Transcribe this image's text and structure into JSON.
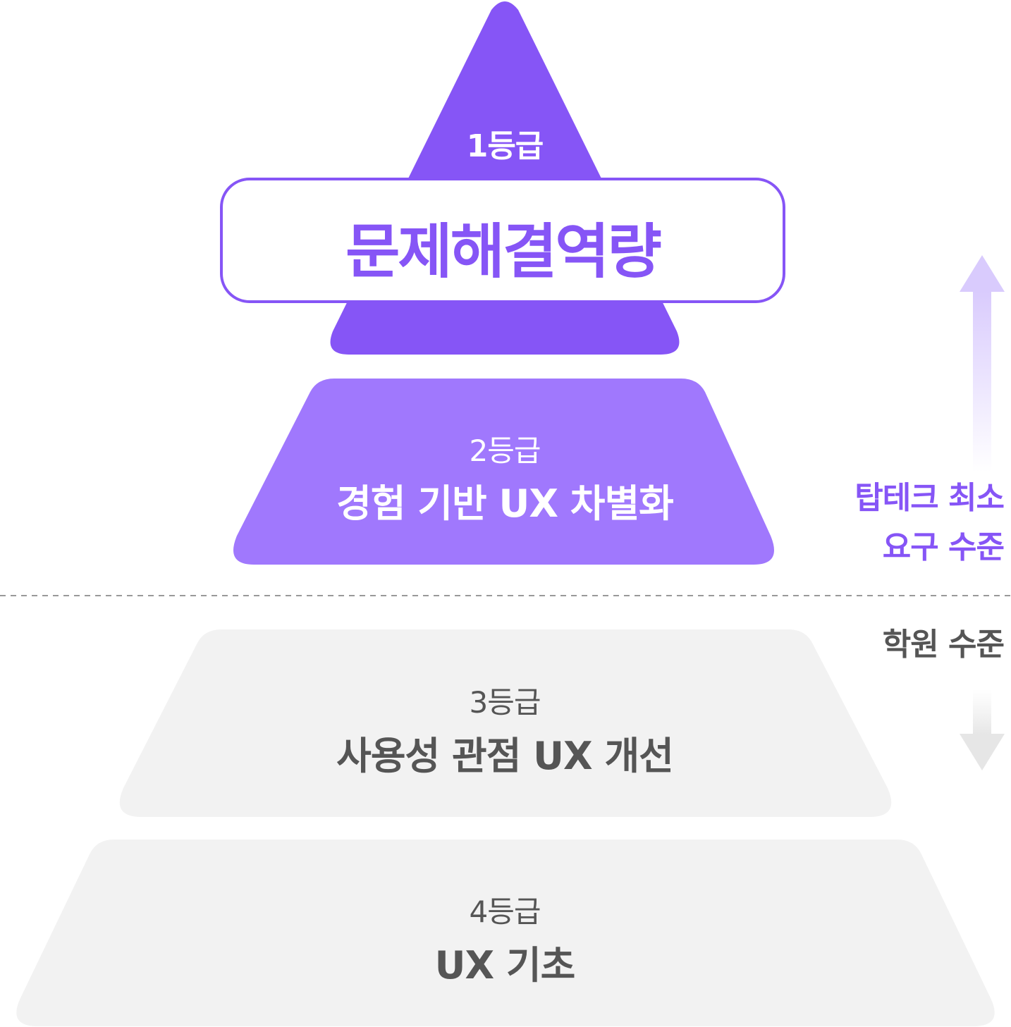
{
  "colors": {
    "tier1": "#8655f6",
    "tier2": "#a078fd",
    "tier_lower": "#f2f2f2",
    "accent_text": "#8655f6",
    "muted_text": "#555555",
    "divider": "#999999"
  },
  "tiers": [
    {
      "grade": "1등급",
      "title": "문제해결역량"
    },
    {
      "grade": "2등급",
      "title": "경험 기반 UX 차별화"
    },
    {
      "grade": "3등급",
      "title": "사용성 관점 UX 개선"
    },
    {
      "grade": "4등급",
      "title": "UX 기초"
    }
  ],
  "side_labels": {
    "top_line1": "탑테크 최소",
    "top_line2": "요구 수준",
    "bottom": "학원 수준"
  },
  "icons": {
    "up": "arrow-up-icon",
    "down": "arrow-down-icon"
  }
}
